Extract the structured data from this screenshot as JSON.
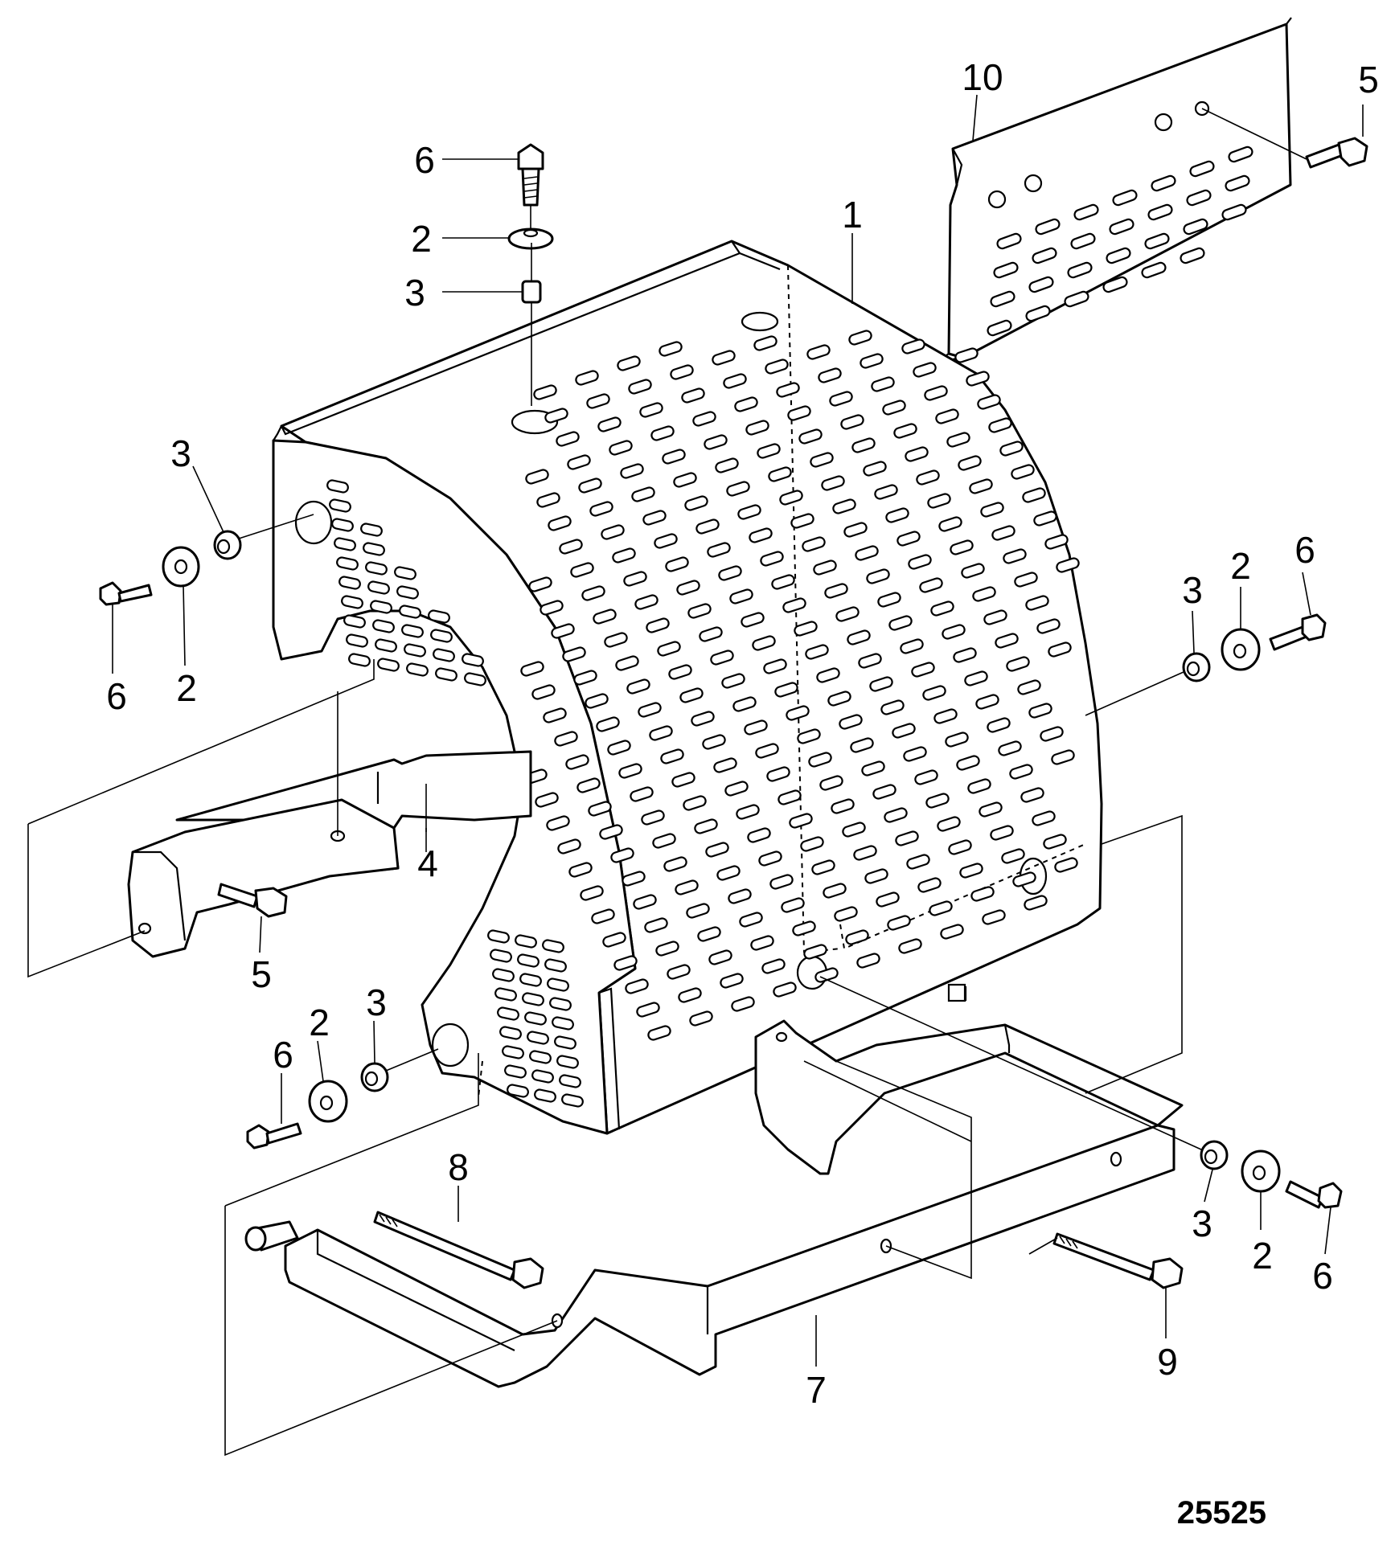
{
  "figure_number": "25525",
  "callouts": [
    {
      "id": "c10",
      "label": "10"
    },
    {
      "id": "c5a",
      "label": "5"
    },
    {
      "id": "c6a",
      "label": "6"
    },
    {
      "id": "c2a",
      "label": "2"
    },
    {
      "id": "c3a",
      "label": "3"
    },
    {
      "id": "c1",
      "label": "1"
    },
    {
      "id": "c3b",
      "label": "3"
    },
    {
      "id": "c6b",
      "label": "6"
    },
    {
      "id": "c2b",
      "label": "2"
    },
    {
      "id": "c2c",
      "label": "2"
    },
    {
      "id": "c6c",
      "label": "6"
    },
    {
      "id": "c3c",
      "label": "3"
    },
    {
      "id": "c4",
      "label": "4"
    },
    {
      "id": "c5b",
      "label": "5"
    },
    {
      "id": "c2d",
      "label": "2"
    },
    {
      "id": "c3d",
      "label": "3"
    },
    {
      "id": "c6d",
      "label": "6"
    },
    {
      "id": "c8",
      "label": "8"
    },
    {
      "id": "c3e",
      "label": "3"
    },
    {
      "id": "c2e",
      "label": "2"
    },
    {
      "id": "c6e",
      "label": "6"
    },
    {
      "id": "c7",
      "label": "7"
    },
    {
      "id": "c9",
      "label": "9"
    }
  ]
}
